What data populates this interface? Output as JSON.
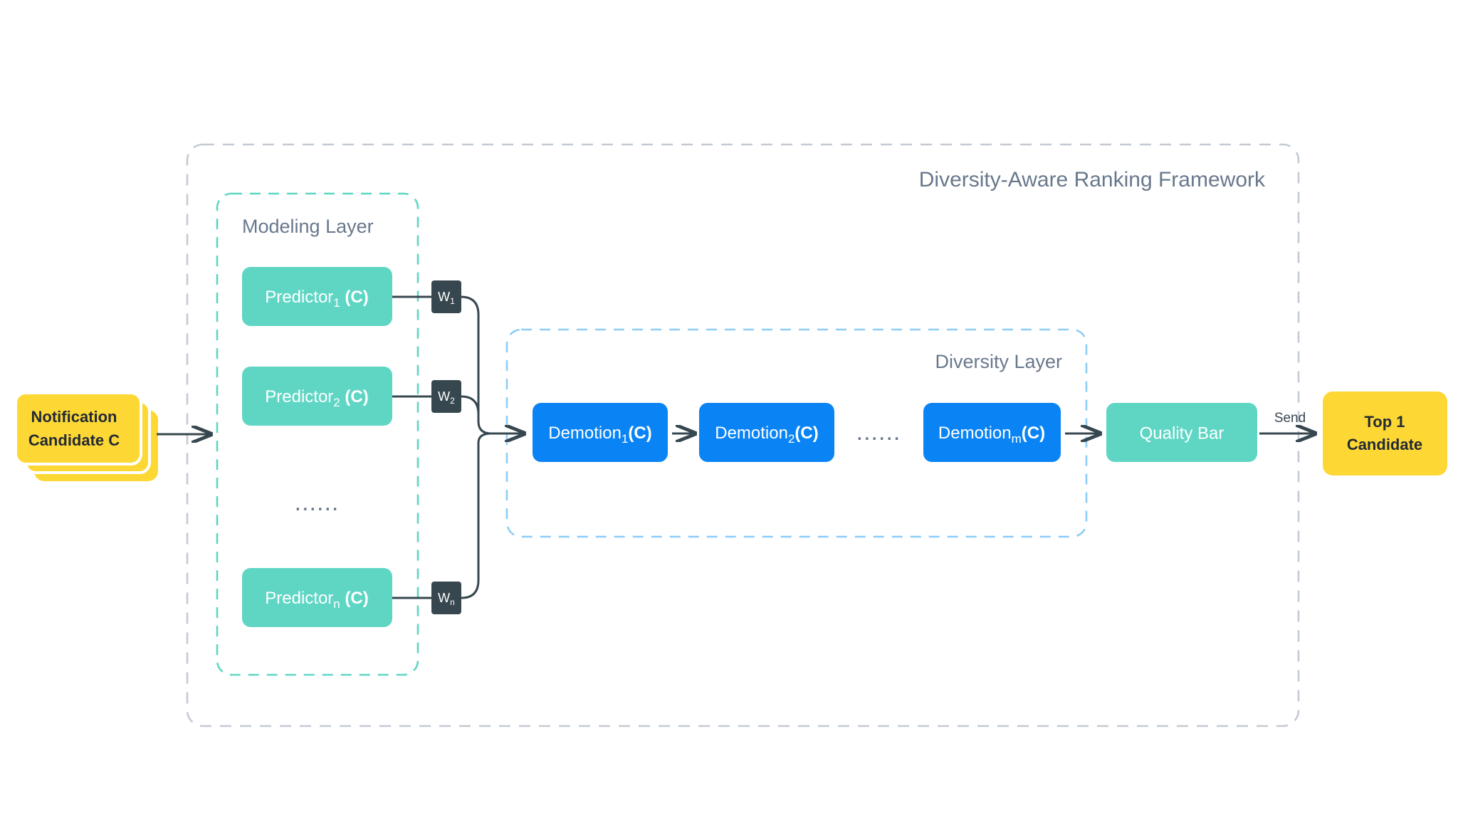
{
  "framework": {
    "title": "Diversity-Aware Ranking Framework",
    "border_color": "#c4cad4"
  },
  "input": {
    "line1": "Notification",
    "line2": "Candidate C",
    "color": "#fdd835",
    "stack_count": 3
  },
  "modeling_layer": {
    "title": "Modeling Layer",
    "border_color": "#5fd6c4",
    "box_color": "#5fd6c4",
    "predictors": [
      {
        "name": "Predictor",
        "sub": "1",
        "arg": "(C)"
      },
      {
        "name": "Predictor",
        "sub": "2",
        "arg": "(C)"
      },
      {
        "name": "Predictor",
        "sub": "n",
        "arg": "(C)"
      }
    ],
    "ellipsis": "......",
    "weights": [
      {
        "label": "W",
        "sub": "1"
      },
      {
        "label": "W",
        "sub": "2"
      },
      {
        "label": "W",
        "sub": "n"
      }
    ],
    "weight_box_color": "#37474f"
  },
  "diversity_layer": {
    "title": "Diversity Layer",
    "border_color": "#8ecdf7",
    "box_color": "#0a84f5",
    "demotions": [
      {
        "name": "Demotion",
        "sub": "1",
        "arg": "(C)"
      },
      {
        "name": "Demotion",
        "sub": "2",
        "arg": "(C)"
      },
      {
        "name": "Demotion",
        "sub": "m",
        "arg": "(C)"
      }
    ],
    "ellipsis": "......"
  },
  "quality_bar": {
    "label": "Quality Bar",
    "color": "#5fd6c4"
  },
  "send": {
    "label": "Send"
  },
  "output": {
    "line1": "Top 1",
    "line2": "Candidate",
    "color": "#fdd835"
  },
  "colors": {
    "arrow": "#37474f",
    "text_muted": "#68788c",
    "background": "#ffffff"
  }
}
